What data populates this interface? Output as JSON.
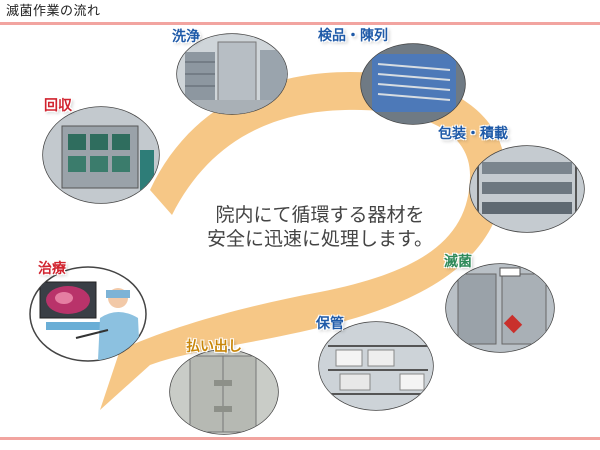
{
  "header": {
    "title": "滅菌作業の流れ"
  },
  "center_text": {
    "line1": "院内にて循環する器材を",
    "line2": "安全に迅速に処理します。"
  },
  "colors": {
    "arrow": "#f6c47f",
    "rule": "#f2a4a0",
    "label_blue": "#1f5aa8",
    "label_red": "#d1242f",
    "label_orange": "#c8860a",
    "label_green": "#2f8a5a"
  },
  "steps": [
    {
      "label": "洗浄",
      "image": "washer-racks-photo"
    },
    {
      "label": "検品・陳列",
      "image": "instrument-tray-photo"
    },
    {
      "label": "包装・積載",
      "image": "packed-rack-photo"
    },
    {
      "label": "滅菌",
      "image": "sterilizer-photo"
    },
    {
      "label": "保管",
      "image": "storage-shelf-photo"
    },
    {
      "label": "払い出し",
      "image": "dispatch-cabinet-photo"
    },
    {
      "label": "治療",
      "image": "surgery-illustration"
    },
    {
      "label": "回収",
      "image": "collection-cart-photo"
    }
  ]
}
